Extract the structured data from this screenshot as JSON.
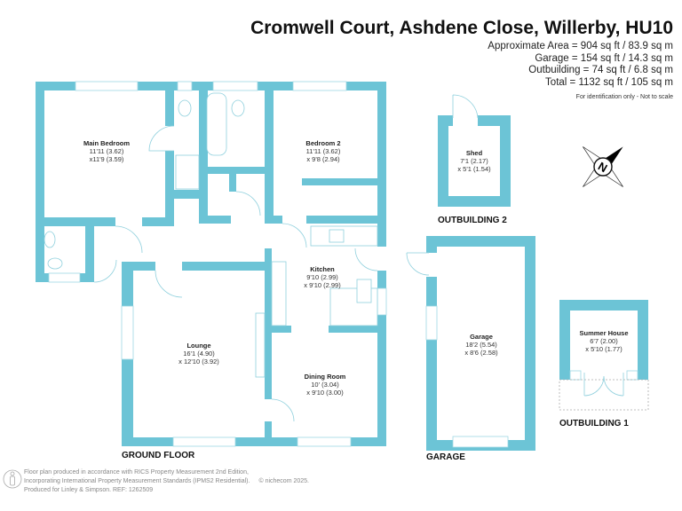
{
  "header": {
    "title": "Cromwell Court, Ashdene Close, Willerby, HU10",
    "areas": [
      "Approximate Area = 904 sq ft / 83.9 sq m",
      "Garage = 154 sq ft / 14.3 sq m",
      "Outbuilding = 74 sq ft / 6.8 sq m",
      "Total = 1132 sq ft / 105 sq m"
    ],
    "note": "For identification only - Not to scale"
  },
  "rooms": {
    "main_bedroom": {
      "name": "Main Bedroom",
      "dim1": "11'11 (3.62)",
      "dim2": "x11'9 (3.59)"
    },
    "bedroom2": {
      "name": "Bedroom 2",
      "dim1": "11'11 (3.62)",
      "dim2": "x 9'8 (2.94)"
    },
    "kitchen": {
      "name": "Kitchen",
      "dim1": "9'10 (2.99)",
      "dim2": "x 9'10 (2.99)"
    },
    "lounge": {
      "name": "Lounge",
      "dim1": "16'1 (4.90)",
      "dim2": "x 12'10 (3.92)"
    },
    "dining": {
      "name": "Dining Room",
      "dim1": "10' (3.04)",
      "dim2": "x 9'10 (3.00)"
    },
    "shed": {
      "name": "Shed",
      "dim1": "7'1 (2.17)",
      "dim2": "x 5'1 (1.54)"
    },
    "garage": {
      "name": "Garage",
      "dim1": "18'2 (5.54)",
      "dim2": "x 8'6 (2.58)"
    },
    "summer_house": {
      "name": "Summer House",
      "dim1": "6'7 (2.00)",
      "dim2": "x 5'10 (1.77)"
    }
  },
  "sections": {
    "ground_floor": "GROUND FLOOR",
    "outbuilding2": "OUTBUILDING 2",
    "garage": "GARAGE",
    "outbuilding1": "OUTBUILDING 1"
  },
  "compass": {
    "label": "N"
  },
  "footer": {
    "line1": "Floor plan produced in accordance with RICS Property Measurement 2nd Edition,",
    "line2": "Incorporating International Property Measurement Standards (IPMS2 Residential).",
    "copyright": "© nichecom 2025.",
    "line3": "Produced for Linley & Simpson.   REF:  1262509"
  },
  "colors": {
    "wall": "#6cc4d6"
  }
}
